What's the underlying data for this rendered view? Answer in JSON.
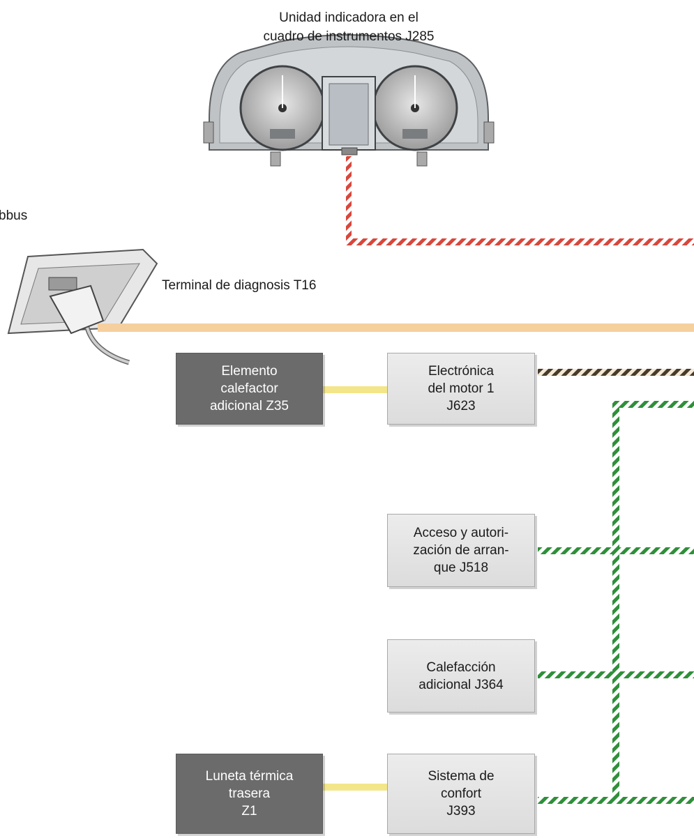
{
  "labels": {
    "cluster_title": "Unidad indicadora en el\ncuadro de instrumentos J285",
    "bus_cutoff": "bbus",
    "diagnosis_terminal": "Terminal de diagnosis T16"
  },
  "boxes": {
    "z35": "Elemento\ncalefactor\nadicional Z35",
    "j623": "Electrónica\ndel motor 1\nJ623",
    "j518": "Acceso y autori-\nzación de arran-\nque J518",
    "j364": "Calefacción\nadicional J364",
    "z1": "Luneta térmica\ntrasera\nZ1",
    "j393": "Sistema de\nconfort\nJ393"
  },
  "colors": {
    "instrument_bus": "#d9463b",
    "diagnosis_bus": "#f6cf9e",
    "drive_bus": "#5a4632",
    "comfort_bus": "#2f8f3a",
    "lin_link": "#f3e68a",
    "box_light": "#e3e3e3",
    "box_dark": "#6b6b6b"
  }
}
